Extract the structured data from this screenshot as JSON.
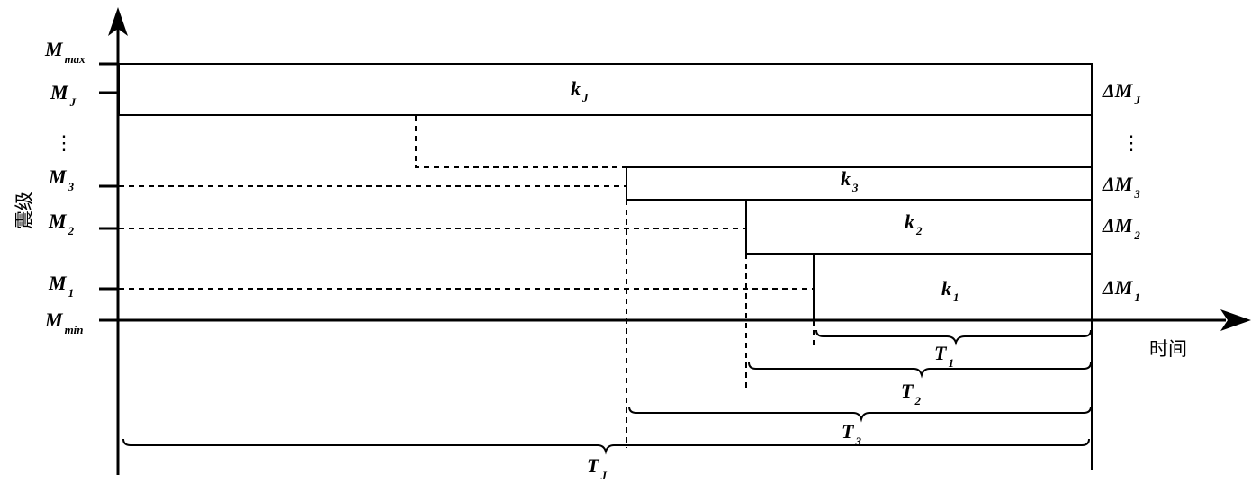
{
  "axes": {
    "y_axis_label": "震级",
    "x_axis_label": "时间"
  },
  "y_ticks": [
    {
      "main": "M",
      "sub": "max"
    },
    {
      "main": "M",
      "sub": "J"
    },
    {
      "main": "⋮",
      "sub": ""
    },
    {
      "main": "M",
      "sub": "3"
    },
    {
      "main": "M",
      "sub": "2"
    },
    {
      "main": "M",
      "sub": "1"
    },
    {
      "main": "M",
      "sub": "min"
    }
  ],
  "right_labels": [
    {
      "main": "ΔM",
      "sub": "J"
    },
    {
      "main": "⋮",
      "sub": ""
    },
    {
      "main": "ΔM",
      "sub": "3"
    },
    {
      "main": "ΔM",
      "sub": "2"
    },
    {
      "main": "ΔM",
      "sub": "1"
    }
  ],
  "boxes": [
    {
      "main": "k",
      "sub": "J"
    },
    {
      "main": "k",
      "sub": "3"
    },
    {
      "main": "k",
      "sub": "2"
    },
    {
      "main": "k",
      "sub": "1"
    }
  ],
  "periods": [
    {
      "main": "T",
      "sub": "1"
    },
    {
      "main": "T",
      "sub": "2"
    },
    {
      "main": "T",
      "sub": "3"
    },
    {
      "main": "T",
      "sub": "J"
    }
  ]
}
